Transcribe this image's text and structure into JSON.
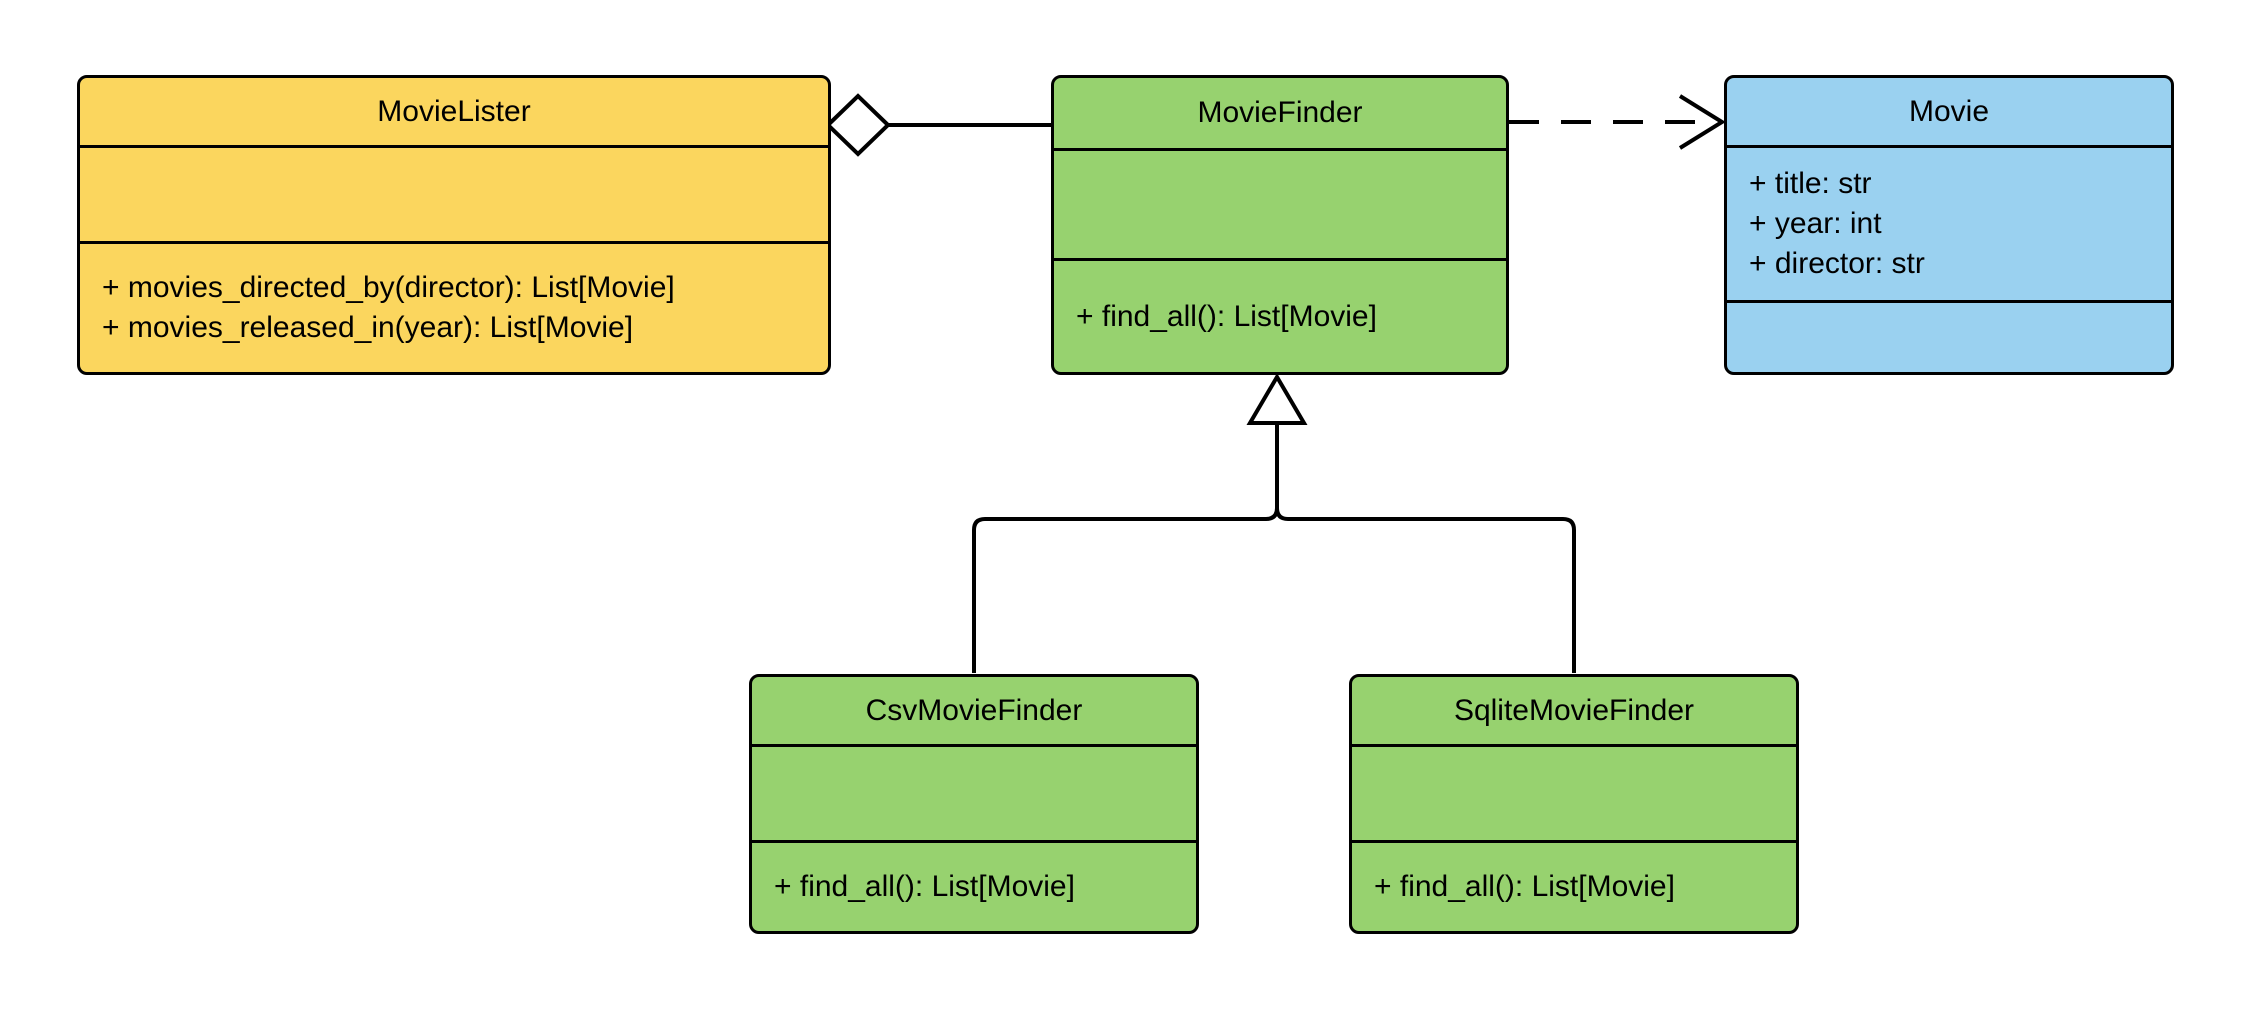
{
  "diagram": {
    "kind": "uml-class-diagram",
    "background_color": "#FFFFFF",
    "stroke_color": "#000000",
    "text_color": "#000000"
  },
  "classes": [
    {
      "name": "MovieLister",
      "fill": "#FBD65E",
      "attributes": [],
      "methods": [
        "+ movies_directed_by(director): List[Movie]",
        "+ movies_released_in(year): List[Movie]"
      ]
    },
    {
      "name": "MovieFinder",
      "fill": "#97D26F",
      "attributes": [],
      "methods": [
        "+ find_all(): List[Movie]"
      ]
    },
    {
      "name": "Movie",
      "fill": "#9AD1F0",
      "attributes": [
        "+ title: str",
        "+ year: int",
        "+ director: str"
      ],
      "methods": []
    },
    {
      "name": "CsvMovieFinder",
      "fill": "#97D26F",
      "attributes": [],
      "methods": [
        "+ find_all(): List[Movie]"
      ]
    },
    {
      "name": "SqliteMovieFinder",
      "fill": "#97D26F",
      "attributes": [],
      "methods": [
        "+ find_all(): List[Movie]"
      ]
    }
  ],
  "relationships": [
    {
      "type": "aggregation",
      "from": "MovieLister",
      "to": "MovieFinder",
      "marker": "hollow-diamond-at-whole"
    },
    {
      "type": "dependency",
      "from": "MovieFinder",
      "to": "Movie",
      "marker": "dashed-open-arrow"
    },
    {
      "type": "inheritance",
      "from": "CsvMovieFinder",
      "to": "MovieFinder",
      "marker": "hollow-triangle"
    },
    {
      "type": "inheritance",
      "from": "SqliteMovieFinder",
      "to": "MovieFinder",
      "marker": "hollow-triangle"
    }
  ]
}
